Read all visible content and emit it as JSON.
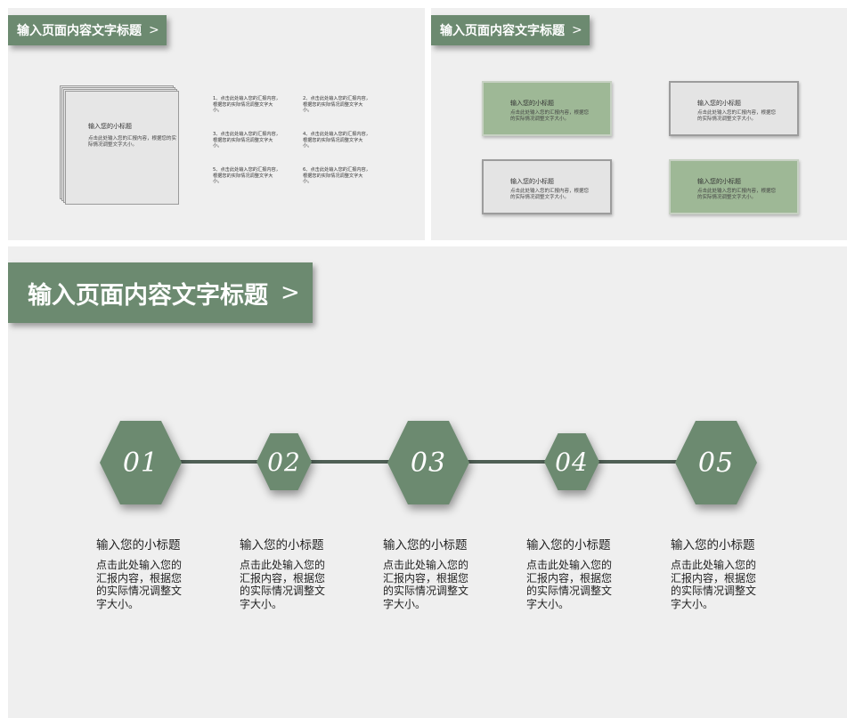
{
  "slide1": {
    "title": "输入页面内容文字标题",
    "chevron": ">",
    "stack_heading": "输入您的小标题",
    "stack_body": "点击此处输入您的汇报内容，根据您的实际情况调整文字大小。",
    "items": [
      "1、点击此处输入您的汇报内容，根据您的实际情况调整文字大小。",
      "2、点击此处输入您的汇报内容，根据您的实际情况调整文字大小。",
      "3、点击此处输入您的汇报内容，根据您的实际情况调整文字大小。",
      "4、点击此处输入您的汇报内容，根据您的实际情况调整文字大小。",
      "5、点击此处输入您的汇报内容，根据您的实际情况调整文字大小。",
      "6、点击此处输入您的汇报内容，根据您的实际情况调整文字大小。"
    ]
  },
  "slide2": {
    "title": "输入页面内容文字标题",
    "chevron": ">",
    "cards": [
      {
        "heading": "输入您的小标题",
        "body": "点击此处输入您的汇报内容，根据您的实际情况调整文字大小。",
        "style": "green"
      },
      {
        "heading": "输入您的小标题",
        "body": "点击此处输入您的汇报内容，根据您的实际情况调整文字大小。",
        "style": "gray"
      },
      {
        "heading": "输入您的小标题",
        "body": "点击此处输入您的汇报内容，根据您的实际情况调整文字大小。",
        "style": "gray"
      },
      {
        "heading": "输入您的小标题",
        "body": "点击此处输入您的汇报内容，根据您的实际情况调整文字大小。",
        "style": "green"
      }
    ]
  },
  "slide3": {
    "title": "输入页面内容文字标题",
    "chevron": ">",
    "steps": [
      {
        "number": "01",
        "heading": "输入您的小标题",
        "body": "点击此处输入您的汇报内容，根据您的实际情况调整文字大小。"
      },
      {
        "number": "02",
        "heading": "输入您的小标题",
        "body": "点击此处输入您的汇报内容，根据您的实际情况调整文字大小。"
      },
      {
        "number": "03",
        "heading": "输入您的小标题",
        "body": "点击此处输入您的汇报内容，根据您的实际情况调整文字大小。"
      },
      {
        "number": "04",
        "heading": "输入您的小标题",
        "body": "点击此处输入您的汇报内容，根据您的实际情况调整文字大小。"
      },
      {
        "number": "05",
        "heading": "输入您的小标题",
        "body": "点击此处输入您的汇报内容，根据您的实际情况调整文字大小。"
      }
    ]
  },
  "colors": {
    "accent_green": "#6c8a70",
    "light_green": "#9eb896",
    "slide_bg": "#efefef",
    "connector": "#4f5f55"
  }
}
